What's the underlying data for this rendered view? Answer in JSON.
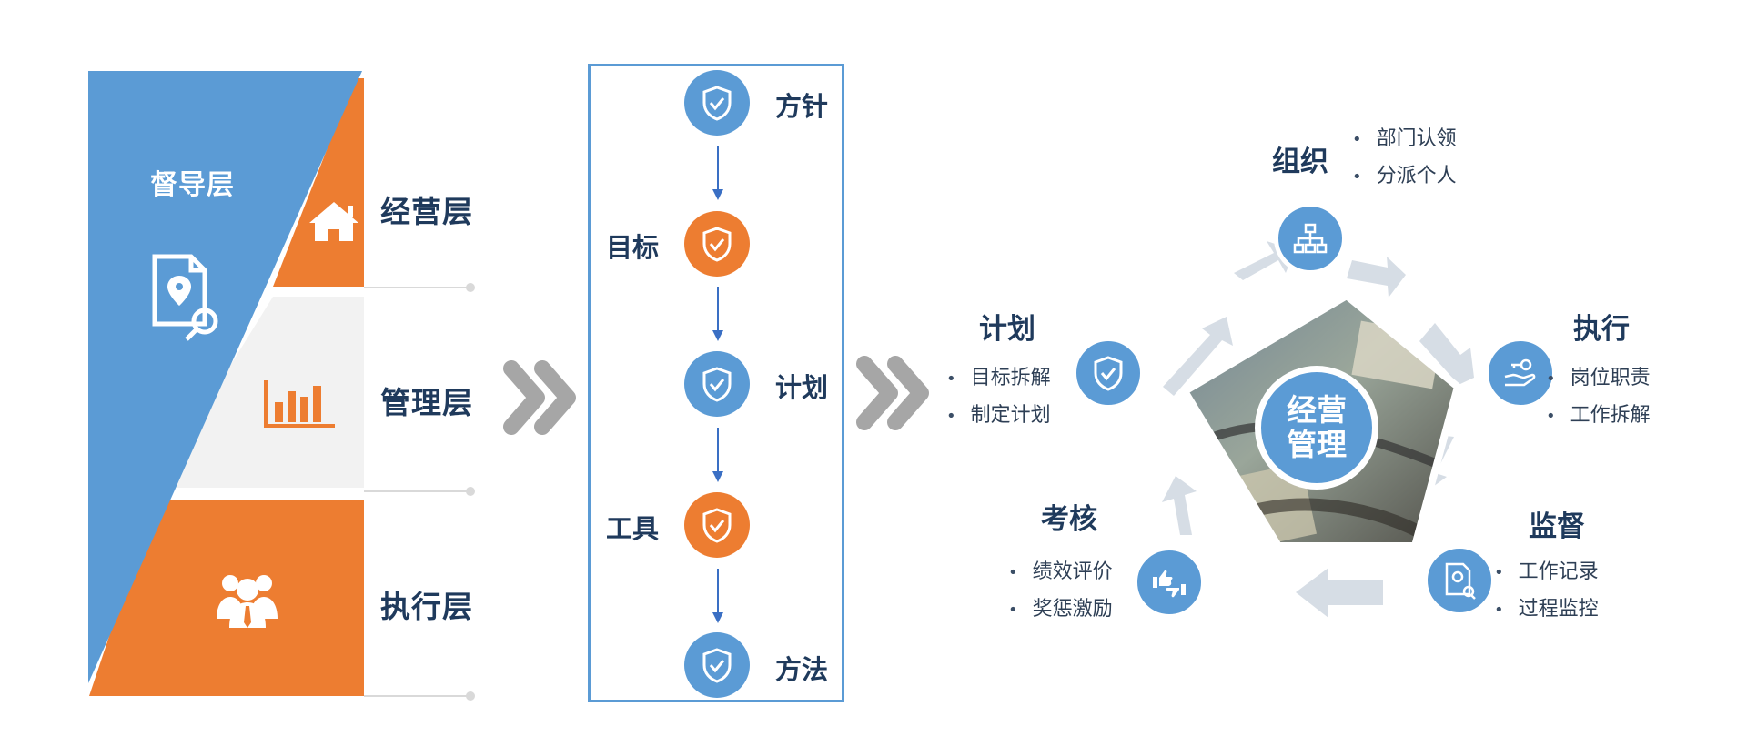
{
  "colors": {
    "blue": "#5b9bd5",
    "orange": "#ed7d31",
    "gray_band": "#f2f2f2",
    "dark_text": "#1f3a5c",
    "chevron_gray": "#a6a6a6",
    "cycle_arrow": "#d6dde5"
  },
  "layers": {
    "supervision": "督导层",
    "operation": "经营层",
    "management": "管理层",
    "execution": "执行层",
    "icons": [
      "document-location-search-icon",
      "house-icon",
      "bar-chart-icon",
      "team-icon"
    ]
  },
  "flow": {
    "steps": [
      {
        "label": "方针",
        "color": "blue"
      },
      {
        "label": "目标",
        "color": "orange"
      },
      {
        "label": "计划",
        "color": "blue"
      },
      {
        "label": "工具",
        "color": "orange"
      },
      {
        "label": "方法",
        "color": "blue"
      }
    ],
    "step_icon": "shield-check-icon",
    "connector_icon": "arrow-down-icon"
  },
  "separators": [
    "double-chevron-right-icon",
    "double-chevron-right-icon"
  ],
  "cycle": {
    "center": "经营\n管理",
    "center_lines": [
      "经营",
      "管理"
    ],
    "nodes": {
      "organize": {
        "title": "组织",
        "items": [
          "部门认领",
          "分派个人"
        ],
        "icon": "org-chart-icon"
      },
      "execute": {
        "title": "执行",
        "items": [
          "岗位职责",
          "工作拆解"
        ],
        "icon": "hand-key-icon"
      },
      "supervise": {
        "title": "监督",
        "items": [
          "工作记录",
          "过程监控"
        ],
        "icon": "document-location-search-icon"
      },
      "assess": {
        "title": "考核",
        "items": [
          "绩效评价",
          "奖惩激励"
        ],
        "icon": "thumbs-up-down-icon"
      },
      "plan": {
        "title": "计划",
        "items": [
          "目标拆解",
          "制定计划"
        ],
        "icon": "shield-check-icon"
      }
    }
  }
}
